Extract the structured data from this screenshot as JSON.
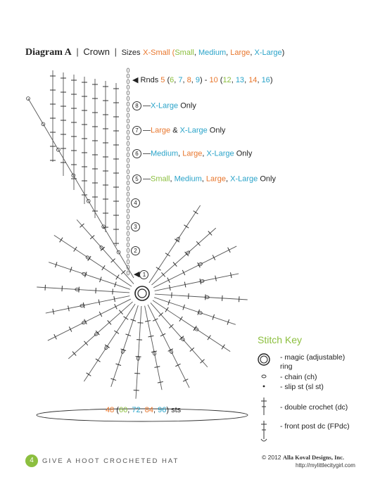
{
  "title": {
    "diagram": "Diagram A",
    "name": "Crown",
    "sizes_label": "Sizes",
    "sizes": [
      {
        "text": "X-Small (",
        "color": "orange"
      },
      {
        "text": "Small",
        "color": "green"
      },
      {
        "text": ", ",
        "color": "dark"
      },
      {
        "text": "Medium",
        "color": "blue"
      },
      {
        "text": ", ",
        "color": "dark"
      },
      {
        "text": "Large",
        "color": "orange"
      },
      {
        "text": ", ",
        "color": "dark"
      },
      {
        "text": "X-Large",
        "color": "blue"
      },
      {
        "text": ")",
        "color": "dark"
      }
    ]
  },
  "labels": {
    "rnds_prefix": "◀ Rnds ",
    "rnds": [
      {
        "t": "5",
        "c": "orange"
      },
      {
        "t": " (",
        "c": "dark"
      },
      {
        "t": "6",
        "c": "green"
      },
      {
        "t": ", ",
        "c": "dark"
      },
      {
        "t": "7",
        "c": "blue"
      },
      {
        "t": ", ",
        "c": "dark"
      },
      {
        "t": "8",
        "c": "orange"
      },
      {
        "t": ", ",
        "c": "dark"
      },
      {
        "t": "9",
        "c": "blue"
      },
      {
        "t": ") - ",
        "c": "dark"
      },
      {
        "t": "10",
        "c": "orange"
      },
      {
        "t": " (",
        "c": "dark"
      },
      {
        "t": "12",
        "c": "green"
      },
      {
        "t": ", ",
        "c": "dark"
      },
      {
        "t": "13",
        "c": "blue"
      },
      {
        "t": ", ",
        "c": "dark"
      },
      {
        "t": "14",
        "c": "orange"
      },
      {
        "t": ", ",
        "c": "dark"
      },
      {
        "t": "16",
        "c": "blue"
      },
      {
        "t": ")",
        "c": "dark"
      }
    ],
    "row8": {
      "num": "8",
      "parts": [
        {
          "t": "—",
          "c": "dark"
        },
        {
          "t": "X-Large",
          "c": "blue"
        },
        {
          "t": " Only",
          "c": "dark"
        }
      ]
    },
    "row7": {
      "num": "7",
      "parts": [
        {
          "t": "—",
          "c": "dark"
        },
        {
          "t": "Large",
          "c": "orange"
        },
        {
          "t": " & ",
          "c": "dark"
        },
        {
          "t": "X-Large",
          "c": "blue"
        },
        {
          "t": " Only",
          "c": "dark"
        }
      ]
    },
    "row6": {
      "num": "6",
      "parts": [
        {
          "t": "—",
          "c": "dark"
        },
        {
          "t": "Medium",
          "c": "blue"
        },
        {
          "t": ", ",
          "c": "dark"
        },
        {
          "t": "Large",
          "c": "orange"
        },
        {
          "t": ", ",
          "c": "dark"
        },
        {
          "t": "X-Large",
          "c": "blue"
        },
        {
          "t": " Only",
          "c": "dark"
        }
      ]
    },
    "row5": {
      "num": "5",
      "parts": [
        {
          "t": "—",
          "c": "dark"
        },
        {
          "t": "Small",
          "c": "green"
        },
        {
          "t": ", ",
          "c": "dark"
        },
        {
          "t": "Medium",
          "c": "blue"
        },
        {
          "t": ", ",
          "c": "dark"
        },
        {
          "t": "Large",
          "c": "orange"
        },
        {
          "t": ", ",
          "c": "dark"
        },
        {
          "t": "X-Large",
          "c": "blue"
        },
        {
          "t": " Only",
          "c": "dark"
        }
      ]
    },
    "round_numbers": [
      "4",
      "3",
      "2",
      "1"
    ]
  },
  "stitch_key": {
    "title": "Stitch Key",
    "items": [
      {
        "icon": "magic-ring-icon",
        "text": "- magic (adjustable)",
        "text2": "ring"
      },
      {
        "icon": "chain-icon",
        "text": "- chain (ch)"
      },
      {
        "icon": "slip-stitch-icon",
        "text": "- slip st (sl st)"
      },
      {
        "icon": "double-crochet-icon",
        "text": "- double crochet (dc)"
      },
      {
        "icon": "front-post-dc-icon",
        "text": "- front post dc (FPdc)"
      }
    ]
  },
  "stitch_count": [
    {
      "t": "48",
      "c": "orange"
    },
    {
      "t": " (",
      "c": "dark"
    },
    {
      "t": "60",
      "c": "green"
    },
    {
      "t": ", ",
      "c": "dark"
    },
    {
      "t": "72",
      "c": "blue"
    },
    {
      "t": ", ",
      "c": "dark"
    },
    {
      "t": "84",
      "c": "orange"
    },
    {
      "t": ", ",
      "c": "dark"
    },
    {
      "t": "96",
      "c": "blue"
    },
    {
      "t": ") sts",
      "c": "dark"
    }
  ],
  "footer": {
    "page_number": "4",
    "title": "GIVE A HOOT CROCHETED HAT",
    "copyright_prefix": "© 2012 ",
    "copyright_company": "Alla Koval Designs, Inc.",
    "url": "http://mylittlecitygirl.com"
  },
  "colors": {
    "orange": "#e8762c",
    "green": "#8cbf3f",
    "blue": "#29a3c9",
    "dark": "#222222",
    "line": "#555555"
  }
}
